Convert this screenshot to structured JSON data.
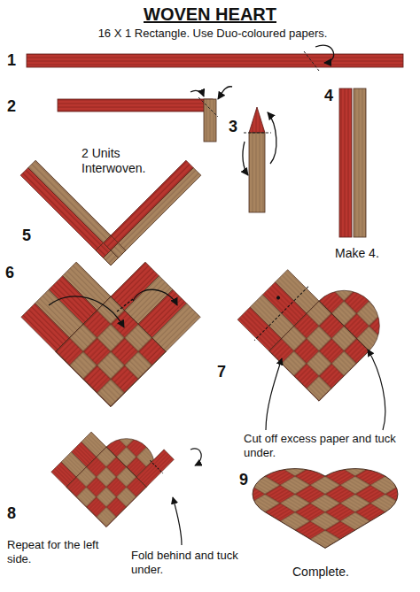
{
  "diagram": {
    "title": "WOVEN HEART",
    "labels": [
      "16 X 1 Rectangle. Use Duo-coloured papers.",
      "1",
      "2",
      "2 Units Interwoven.",
      "3",
      "4",
      "5",
      "Make 4.",
      "6",
      "7",
      "Cut off excess paper and tuck under.",
      "8",
      "Repeat for the left side.",
      "Fold behind and tuck under.",
      "9",
      "Complete."
    ]
  }
}
